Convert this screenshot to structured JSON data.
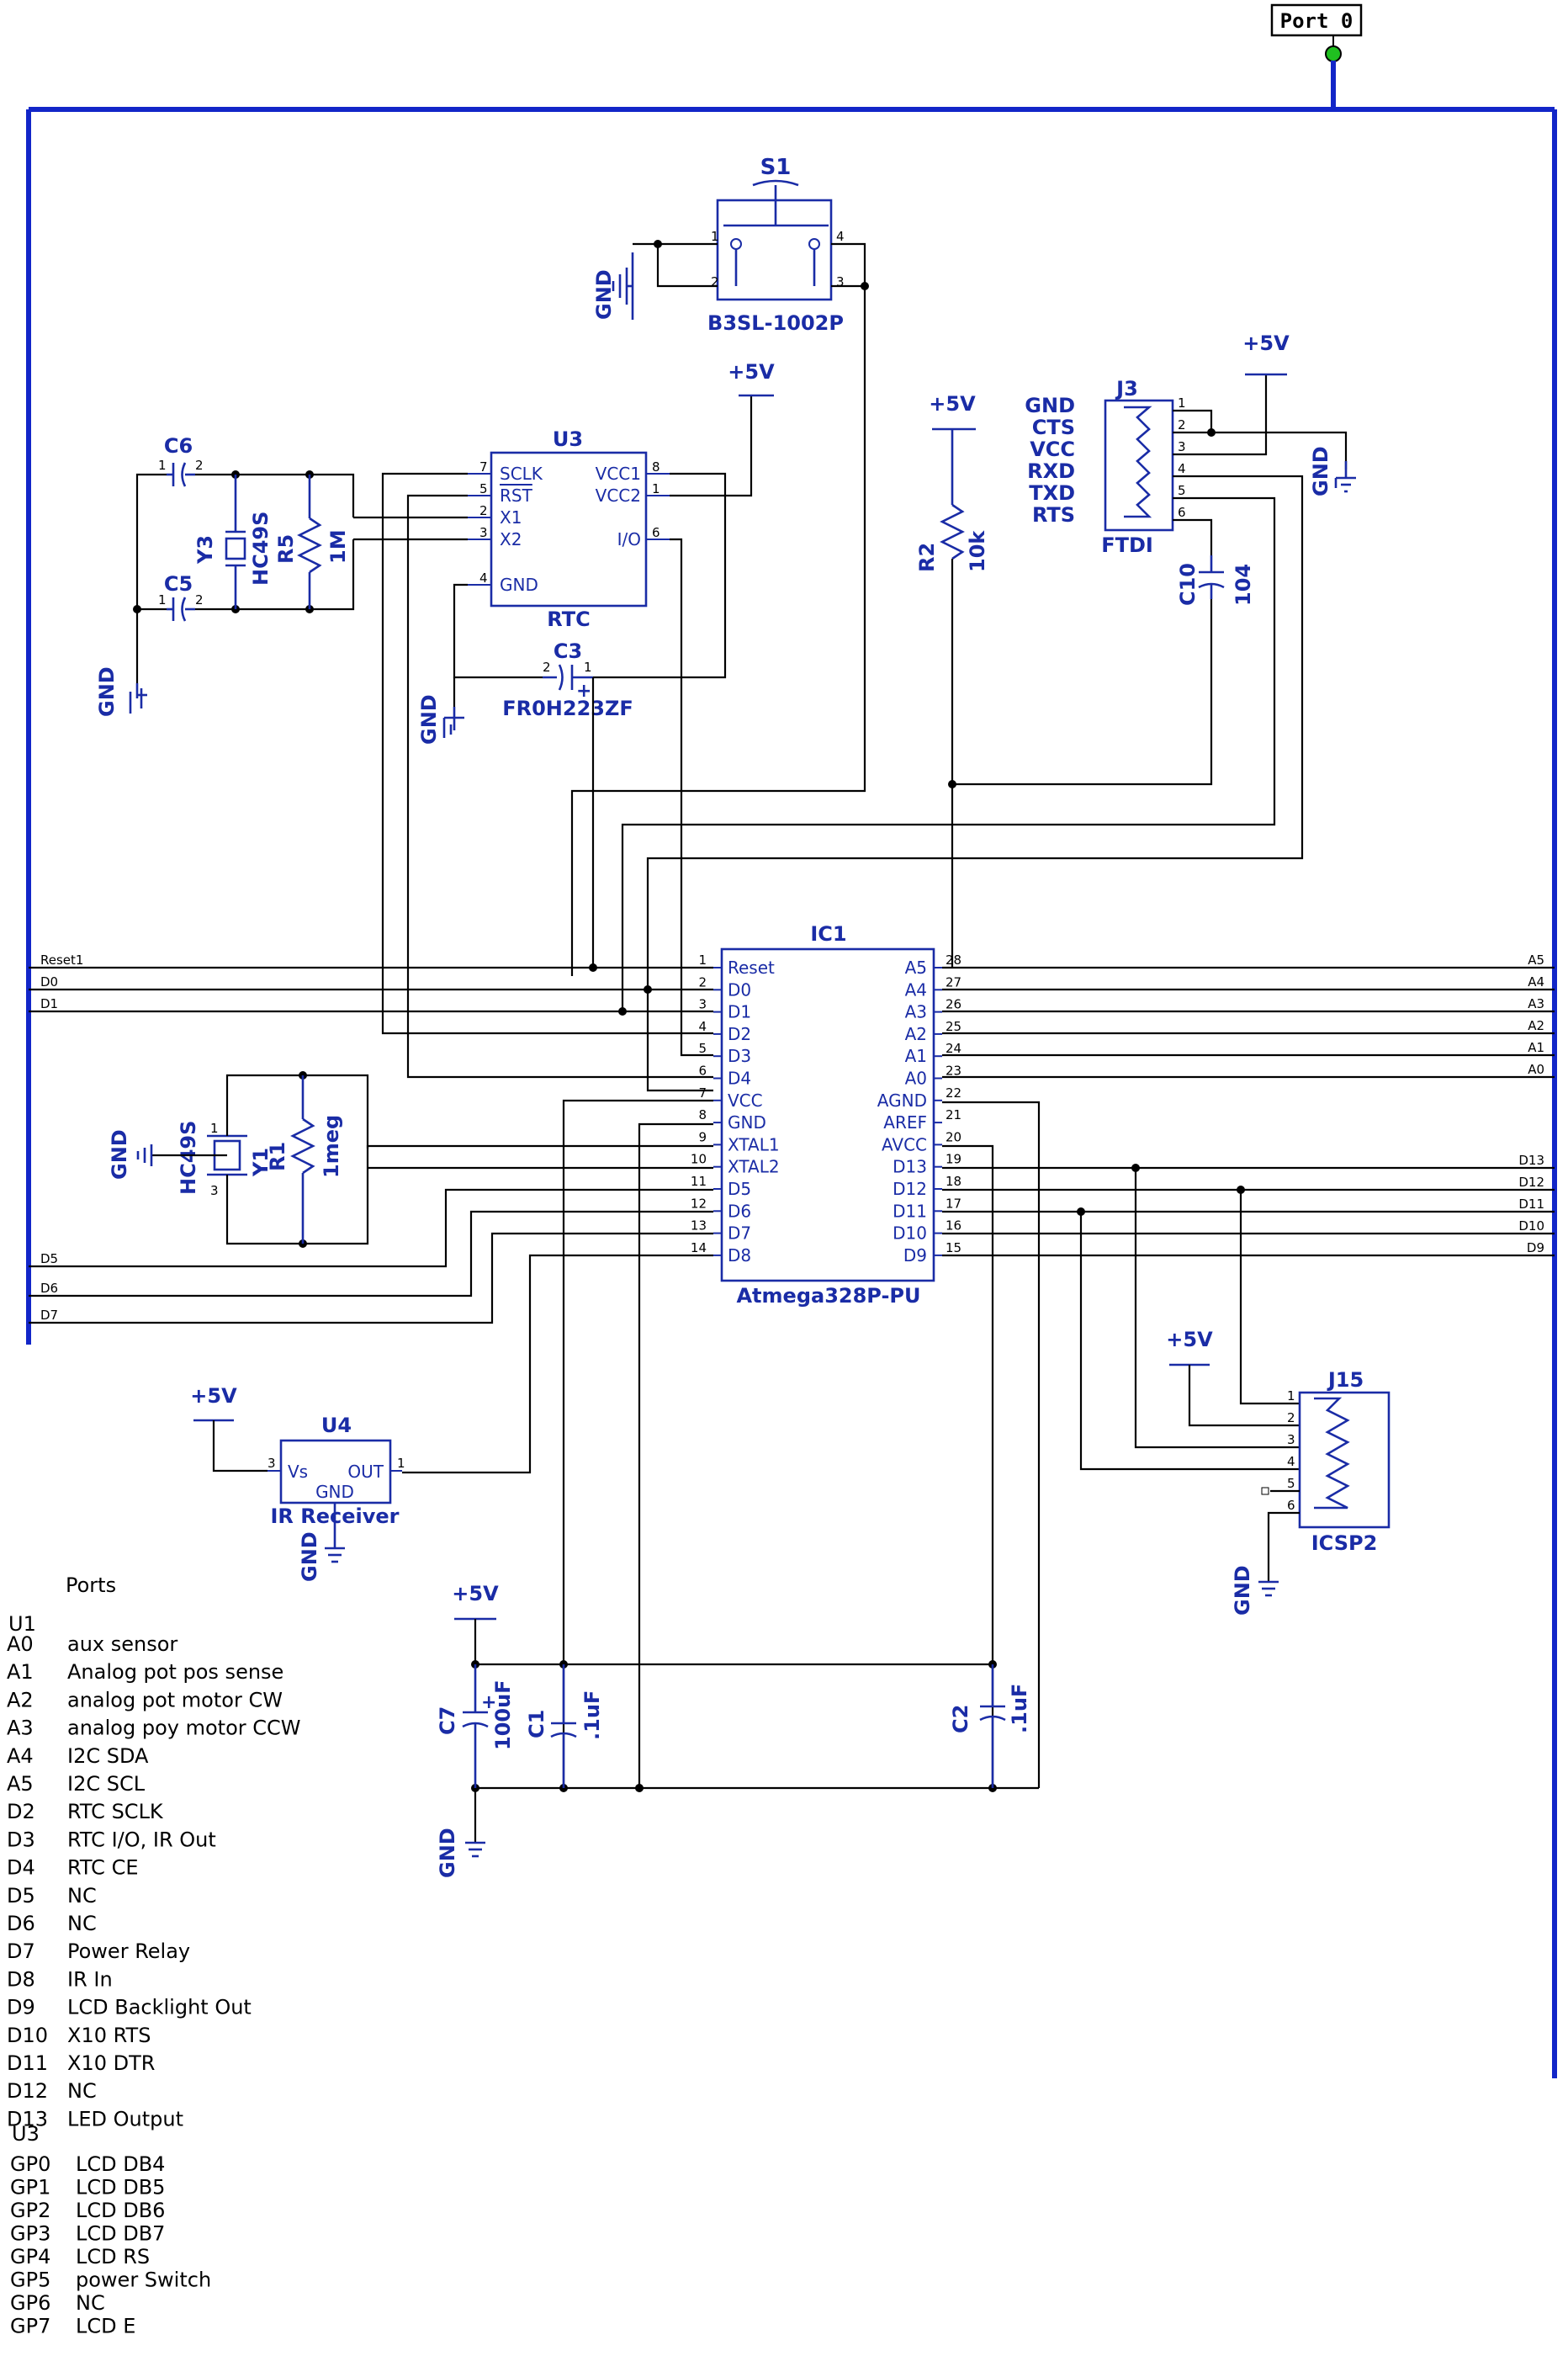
{
  "port": {
    "label": "Port 0"
  },
  "power": {
    "vcc": "+5V",
    "gnd": "GND"
  },
  "switch": {
    "ref": "S1",
    "value": "B3SL-1002P"
  },
  "rtc": {
    "ref": "U3",
    "name": "RTC",
    "pins": [
      "SCLK",
      "RST",
      "X1",
      "X2",
      "GND",
      "VCC1",
      "VCC2",
      "I/O"
    ]
  },
  "c3": {
    "ref": "C3",
    "value": "FR0H223ZF"
  },
  "c6": {
    "ref": "C6"
  },
  "c5": {
    "ref": "C5"
  },
  "y3": {
    "ref": "Y3",
    "value": "HC49S"
  },
  "r5": {
    "ref": "R5",
    "value": "1M"
  },
  "r2": {
    "ref": "R2",
    "value": "10k"
  },
  "ftdi": {
    "ref": "J3",
    "name": "FTDI",
    "pins": [
      "GND",
      "CTS",
      "VCC",
      "RXD",
      "TXD",
      "RTS"
    ]
  },
  "c10": {
    "ref": "C10",
    "value": "104"
  },
  "mcu": {
    "ref": "IC1",
    "name": "Atmega328P-PU",
    "left_pins": [
      "Reset",
      "D0",
      "D1",
      "D2",
      "D3",
      "D4",
      "VCC",
      "GND",
      "XTAL1",
      "XTAL2",
      "D5",
      "D6",
      "D7",
      "D8"
    ],
    "right_pins": [
      "A5",
      "A4",
      "A3",
      "A2",
      "A1",
      "A0",
      "AGND",
      "AREF",
      "AVCC",
      "D13",
      "D12",
      "D11",
      "D10",
      "D9"
    ]
  },
  "nets_left": [
    "Reset1",
    "D0",
    "D1",
    "D5",
    "D6",
    "D7"
  ],
  "nets_right": [
    "A5",
    "A4",
    "A3",
    "A2",
    "A1",
    "A0",
    "D13",
    "D12",
    "D11",
    "D10",
    "D9"
  ],
  "y1": {
    "ref": "Y1",
    "value": "HC49S"
  },
  "r1": {
    "ref": "R1",
    "value": "1meg"
  },
  "ir": {
    "ref": "U4",
    "name": "IR Receiver",
    "pins": [
      "Vs",
      "OUT",
      "GND"
    ]
  },
  "icsp": {
    "ref": "J15",
    "name": "ICSP2"
  },
  "c7": {
    "ref": "C7",
    "value": "100uF"
  },
  "c1": {
    "ref": "C1",
    "value": ".1uF"
  },
  "c2": {
    "ref": "C2",
    "value": ".1uF"
  },
  "notes": {
    "ports_title": "Ports",
    "u1_title": "U1",
    "u1": [
      [
        "A0",
        "aux sensor"
      ],
      [
        "A1",
        "Analog pot pos sense"
      ],
      [
        "A2",
        "analog pot motor CW"
      ],
      [
        "A3",
        "analog poy motor CCW"
      ],
      [
        "A4",
        "I2C SDA"
      ],
      [
        "A5",
        "I2C  SCL"
      ],
      [
        "D2",
        "RTC SCLK"
      ],
      [
        "D3",
        "RTC I/O, IR Out"
      ],
      [
        "D4",
        "RTC CE"
      ],
      [
        "D5",
        "NC"
      ],
      [
        "D6",
        "NC"
      ],
      [
        "D7",
        "Power Relay"
      ],
      [
        "D8",
        "IR In"
      ],
      [
        "D9",
        "LCD Backlight Out"
      ],
      [
        "D10",
        "X10 RTS"
      ],
      [
        "D11",
        "X10 DTR"
      ],
      [
        "D12",
        "NC"
      ],
      [
        "D13",
        "LED Output"
      ]
    ],
    "u3_title": "U3",
    "u3": [
      [
        "GP0",
        "LCD DB4"
      ],
      [
        "GP1",
        "LCD DB5"
      ],
      [
        "GP2",
        "LCD DB6"
      ],
      [
        "GP3",
        "LCD DB7"
      ],
      [
        "GP4",
        "LCD RS"
      ],
      [
        "GP5",
        "power Switch"
      ],
      [
        "GP6",
        "NC"
      ],
      [
        "GP7",
        "LCD E"
      ]
    ]
  }
}
